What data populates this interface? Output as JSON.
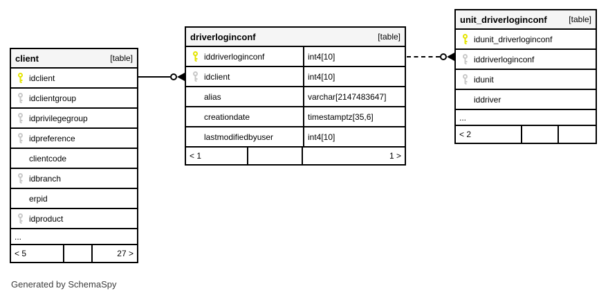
{
  "caption": "Generated by SchemaSpy",
  "colors": {
    "primary_key": "#e4e400",
    "foreign_key": "#c8c8c8",
    "header_bg": "#f5f5f5",
    "border": "#000000"
  },
  "tables": [
    {
      "id": "client",
      "title": "client",
      "tag": "[table]",
      "columns": [
        {
          "name": "idclient",
          "key": "pk"
        },
        {
          "name": "idclientgroup",
          "key": "fk"
        },
        {
          "name": "idprivilegegroup",
          "key": "fk"
        },
        {
          "name": "idpreference",
          "key": "fk"
        },
        {
          "name": "clientcode",
          "key": null
        },
        {
          "name": "idbranch",
          "key": "fk"
        },
        {
          "name": "erpid",
          "key": null
        },
        {
          "name": "idproduct",
          "key": "fk"
        }
      ],
      "ellipsis": "...",
      "footer": {
        "left": "< 5",
        "middle": "",
        "right": "27 >"
      }
    },
    {
      "id": "driverloginconf",
      "title": "driverloginconf",
      "tag": "[table]",
      "columns": [
        {
          "name": "iddriverloginconf",
          "key": "pk",
          "type": "int4[10]"
        },
        {
          "name": "idclient",
          "key": "fk",
          "type": "int4[10]"
        },
        {
          "name": "alias",
          "key": null,
          "type": "varchar[2147483647]"
        },
        {
          "name": "creationdate",
          "key": null,
          "type": "timestamptz[35,6]"
        },
        {
          "name": "lastmodifiedbyuser",
          "key": null,
          "type": "int4[10]"
        }
      ],
      "ellipsis": null,
      "footer": {
        "left": "< 1",
        "middle": "",
        "right": "1 >"
      }
    },
    {
      "id": "unit_driverloginconf",
      "title": "unit_driverloginconf",
      "tag": "[table]",
      "columns": [
        {
          "name": "idunit_driverloginconf",
          "key": "pk"
        },
        {
          "name": "iddriverloginconf",
          "key": "fk"
        },
        {
          "name": "idunit",
          "key": "fk"
        },
        {
          "name": "iddriver",
          "key": null
        }
      ],
      "ellipsis": "...",
      "footer": {
        "left": "< 2",
        "middle": "",
        "right": ""
      }
    }
  ],
  "relationships": [
    {
      "from": "client.idclient",
      "to": "driverloginconf.idclient",
      "style": "solid"
    },
    {
      "from": "driverloginconf.iddriverloginconf",
      "to": "unit_driverloginconf.iddriverloginconf",
      "style": "dashed"
    }
  ]
}
